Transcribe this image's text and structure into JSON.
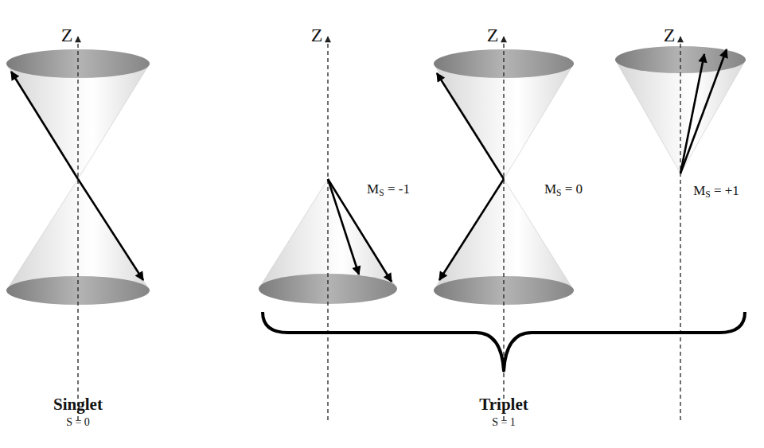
{
  "diagram": {
    "labels": [
      "Z",
      "Z",
      "Z",
      "Z",
      "MS = -1",
      "MS = 0",
      "MS = +1",
      "Singlet",
      "S = 0",
      "Triplet",
      "S = 1"
    ]
  }
}
